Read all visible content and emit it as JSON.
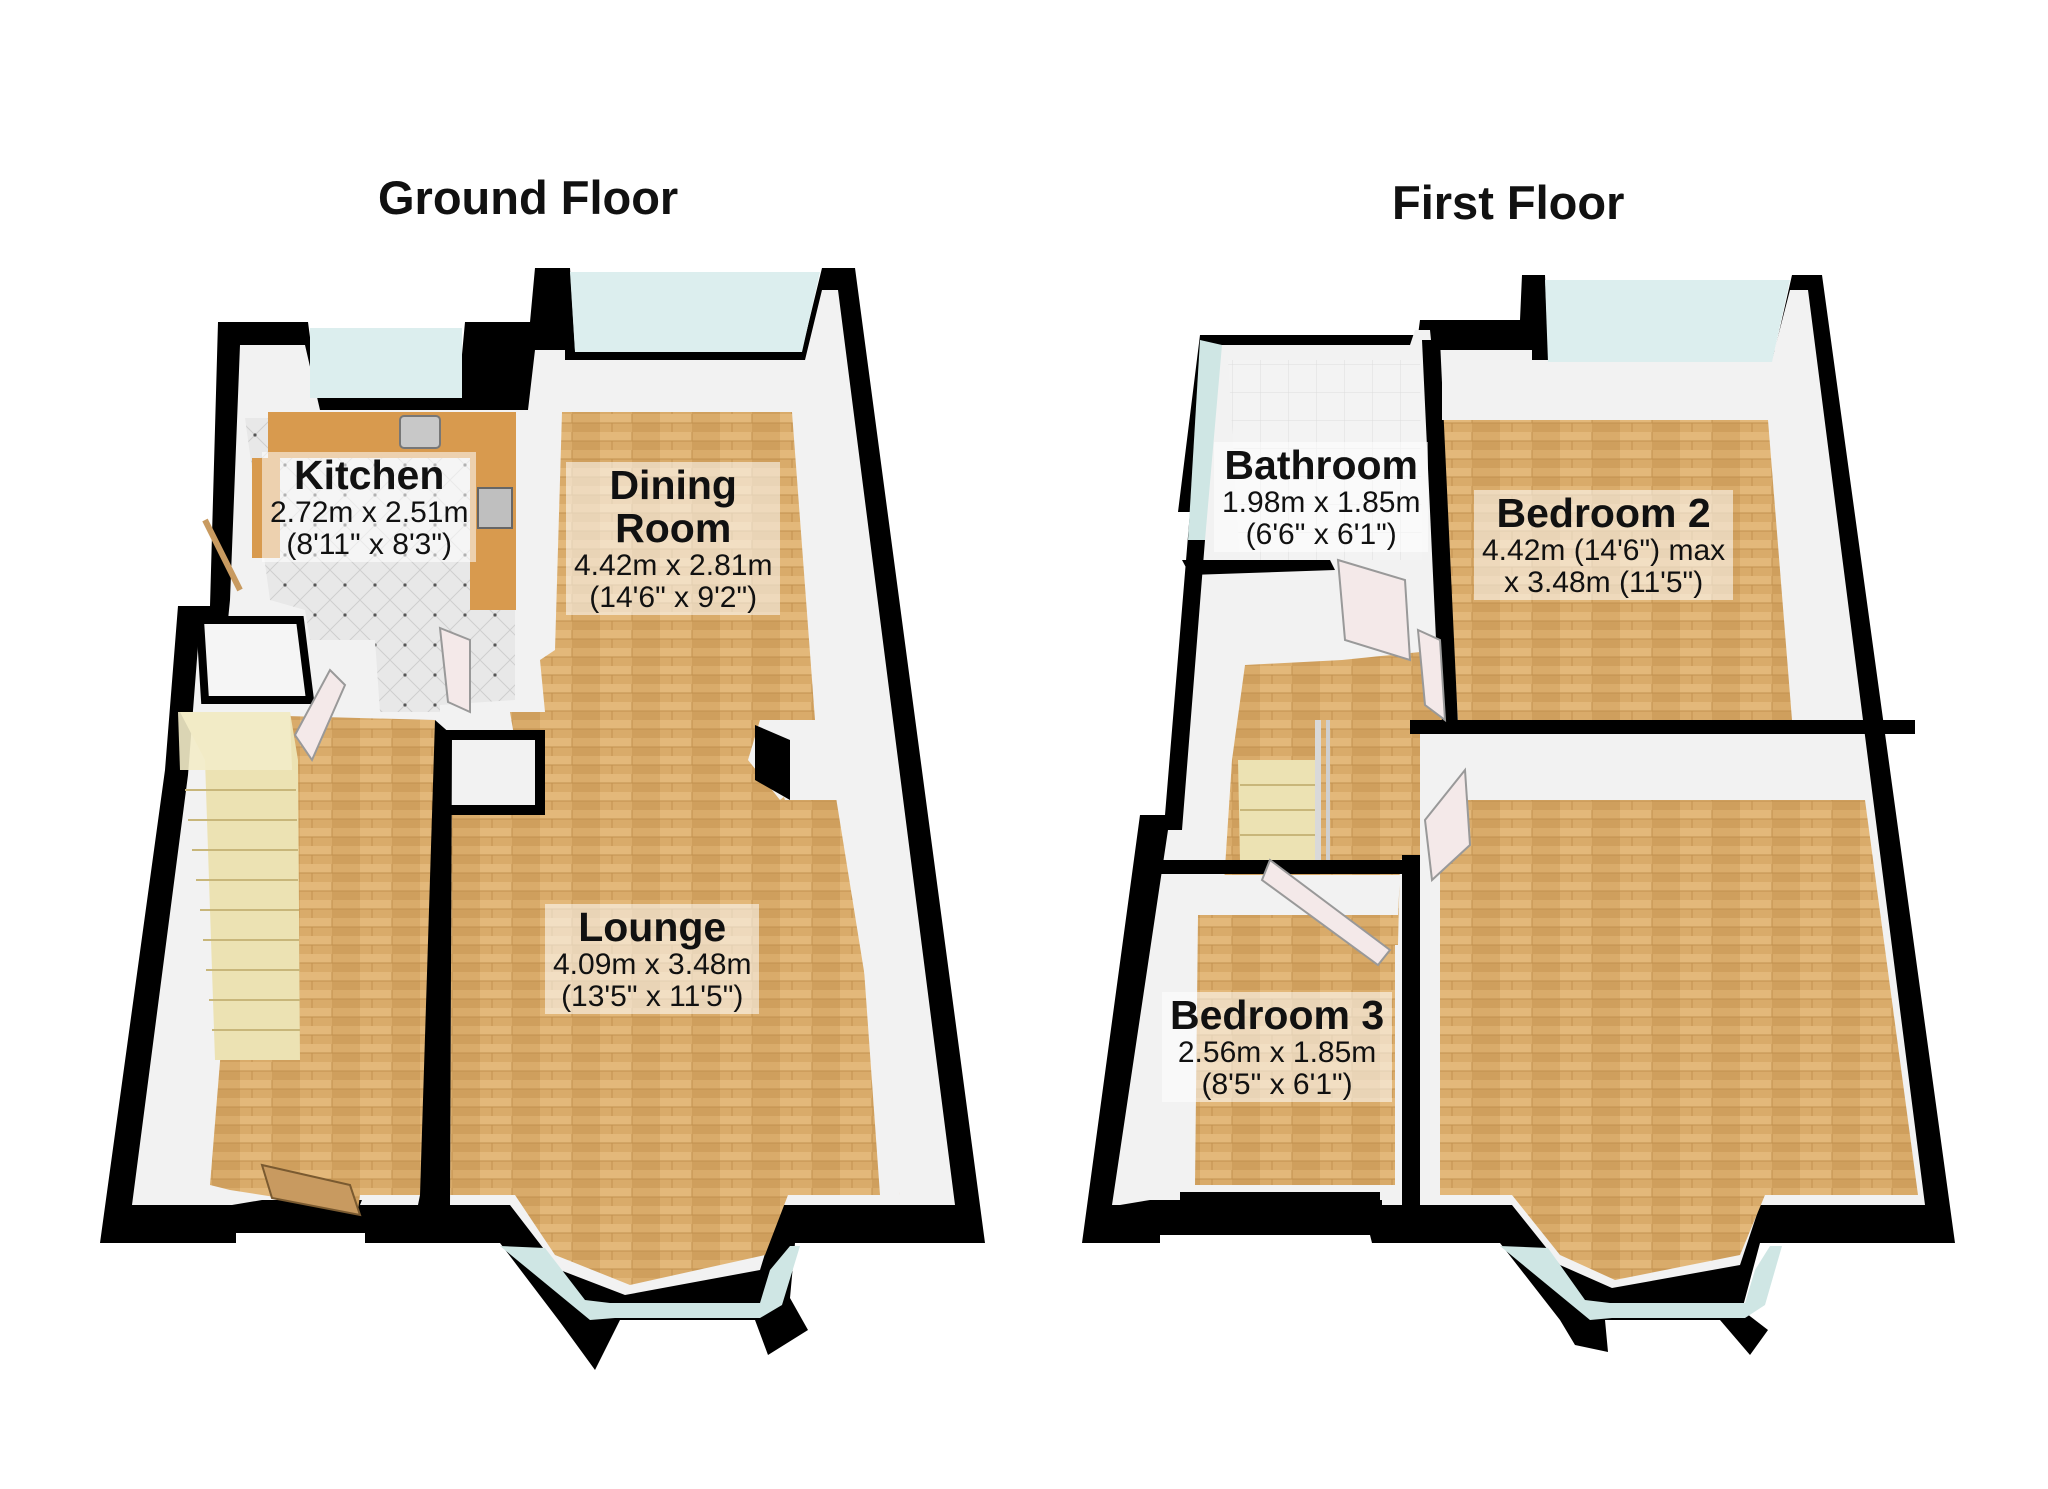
{
  "floors": {
    "ground": {
      "title": "Ground Floor",
      "kitchen": {
        "name": "Kitchen",
        "metric": "2.72m x 2.51m",
        "imperial": "(8'11\" x 8'3\")"
      },
      "dining": {
        "name_line1": "Dining",
        "name_line2": "Room",
        "metric": "4.42m x 2.81m",
        "imperial": "(14'6\" x 9'2\")"
      },
      "lounge": {
        "name": "Lounge",
        "metric": "4.09m x 3.48m",
        "imperial": "(13'5\" x 11'5\")"
      }
    },
    "first": {
      "title": "First Floor",
      "bathroom": {
        "name": "Bathroom",
        "metric": "1.98m x 1.85m",
        "imperial": "(6'6\" x 6'1\")"
      },
      "bedroom2": {
        "name": "Bedroom 2",
        "metric": "4.42m (14'6\") max",
        "imperial": "x 3.48m (11'5\")"
      },
      "bedroom3": {
        "name": "Bedroom 3",
        "metric": "2.56m x 1.85m",
        "imperial": "(8'5\" x 6'1\")"
      }
    }
  },
  "colors": {
    "wall": "#000000",
    "wood_floor": "#d9ab6a",
    "kitchen_tile": "#e6e6e6",
    "bath_tile": "#f0f0f0",
    "wall_face": "#f2f2f2",
    "window_glass": "#dceeee",
    "stairs": "#ece2b3"
  }
}
